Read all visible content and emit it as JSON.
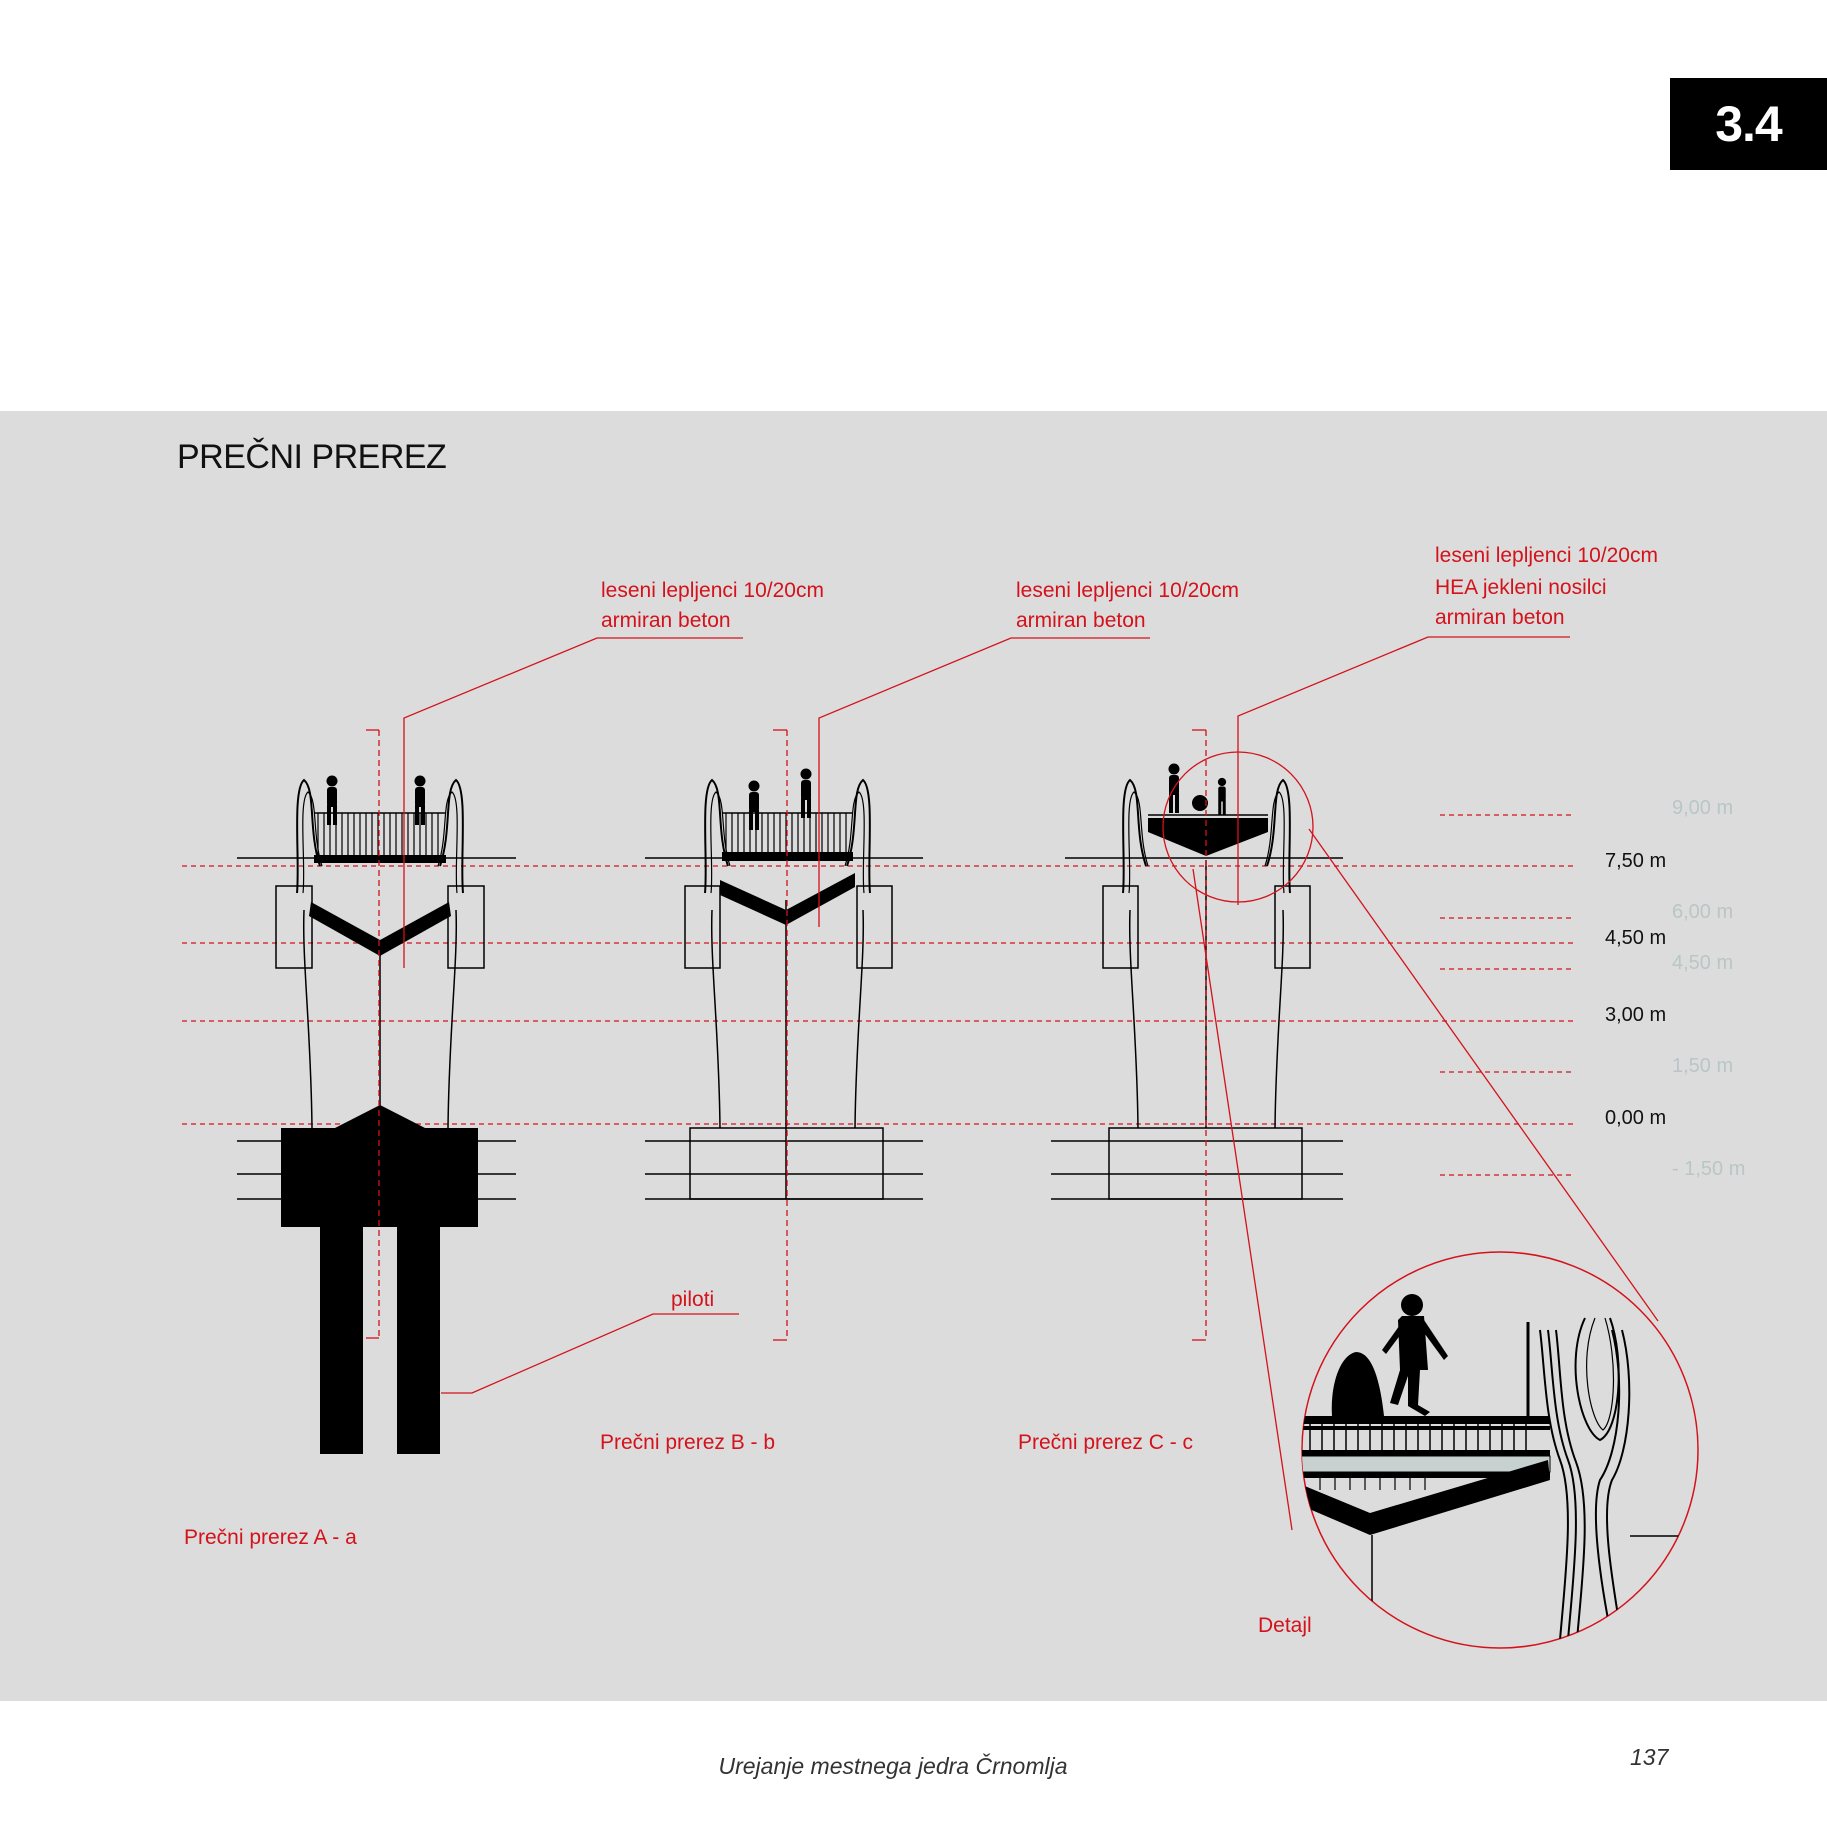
{
  "chapter": "3.4",
  "title": "PREČNI PREREZ",
  "sections": {
    "a": {
      "label": "Prečni prerez A - a",
      "material_lines": [
        "leseni lepljenci 10/20cm",
        "armiran beton"
      ],
      "piles_label": "piloti"
    },
    "b": {
      "label": "Prečni prerez B - b",
      "material_lines": [
        "leseni lepljenci 10/20cm",
        "armiran beton"
      ]
    },
    "c": {
      "label": "Prečni prerez C - c",
      "material_lines": [
        "leseni lepljenci 10/20cm",
        "HEA jekleni nosilci",
        "armiran beton"
      ]
    }
  },
  "detail_label": "Detajl",
  "levels_primary": [
    "7,50 m",
    "4,50 m",
    "3,00 m",
    "0,00 m"
  ],
  "levels_secondary": [
    "9,00 m",
    "6,00 m",
    "4,50 m",
    "1,50 m",
    "- 1,50 m"
  ],
  "footer": {
    "title": "Urejanje mestnega jedra Črnomlja",
    "page": "137"
  },
  "colors": {
    "annotation": "#d4121b",
    "panel": "#dcdcdc",
    "faint_level": "#b9c6c6"
  }
}
